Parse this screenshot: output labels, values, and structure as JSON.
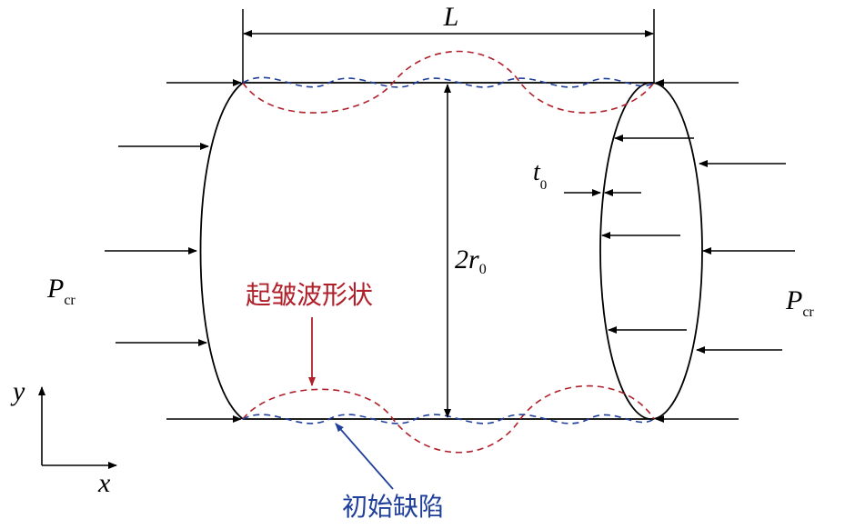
{
  "labels": {
    "length": "L",
    "diameter_main": "2r",
    "diameter_sub": "0",
    "thickness_main": "t",
    "thickness_sub": "0",
    "pressure_main": "P",
    "pressure_sub": "cr",
    "axis_y": "y",
    "axis_x": "x",
    "buckling_wave": "起皱波形状",
    "initial_imperfection": "初始缺陷"
  },
  "colors": {
    "buckling_wave": "#b0202a",
    "initial_imperfection": "#1f3f9a",
    "outline": "#000000"
  }
}
